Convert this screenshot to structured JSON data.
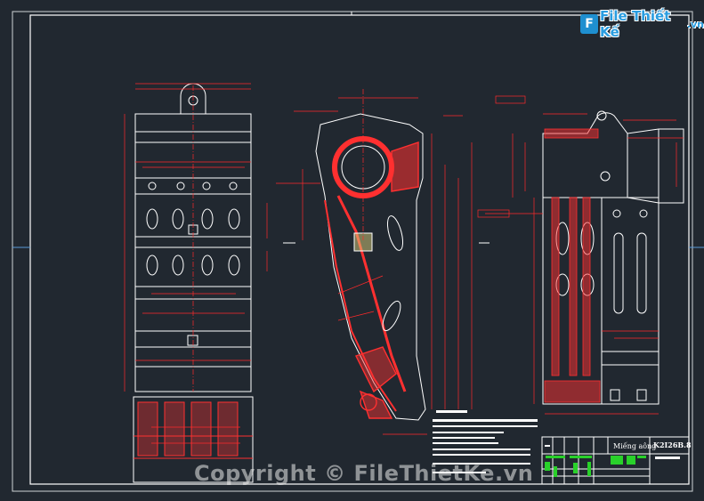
{
  "brand": {
    "logo_letter": "F",
    "logo_name": "File Thiết Kế",
    "logo_tld": ".vn"
  },
  "watermark": "Copyright © FileThietKe.vn",
  "title_block": {
    "name": "Miếng aông",
    "code": "K2I26B.8"
  },
  "colors": {
    "background": "#212830",
    "frame": "#ffffff",
    "geometry": "#ff2020",
    "dimension": "#ff2a2a",
    "hatch": "#ff3030",
    "highlight": "#29d12a"
  }
}
